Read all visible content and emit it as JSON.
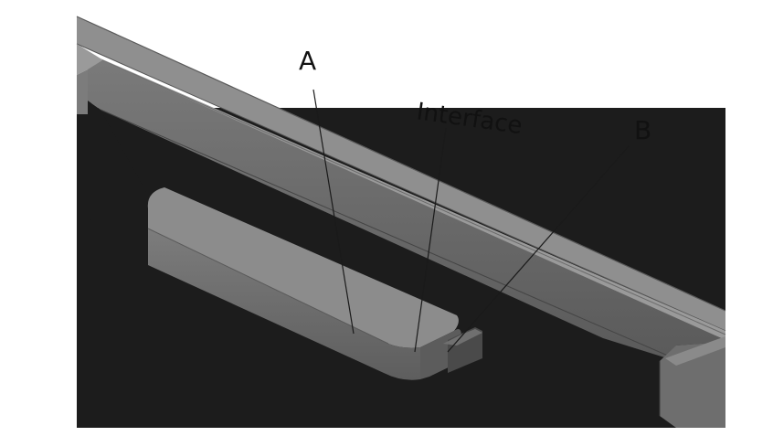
{
  "labels": {
    "a": "A",
    "interface": "Interface",
    "b": "B"
  },
  "colors": {
    "background": "#ffffff",
    "cavity": "#1b1b1b",
    "frame_top": "#8c8c8c",
    "frame_face": "#6a6a6a",
    "part_a_top": "#8e8e8e",
    "part_a_face": "#6c6c6c",
    "leader": "#1a1a1a"
  }
}
